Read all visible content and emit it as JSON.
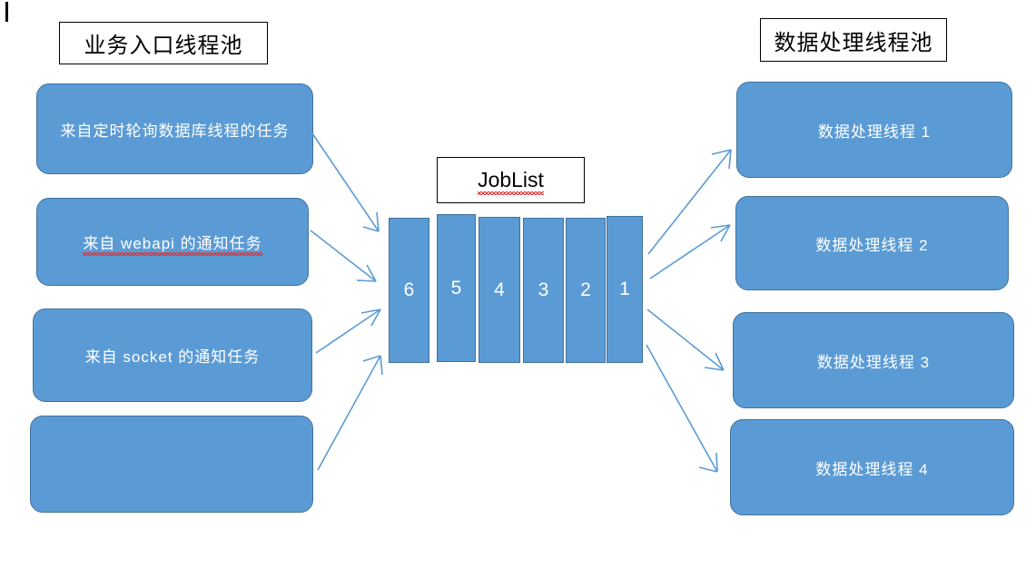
{
  "diagram": {
    "title_left": "业务入口线程池",
    "title_center": "JobList",
    "title_right": "数据处理线程池",
    "colors": {
      "box_fill": "#5b9bd5",
      "box_border": "#41719c",
      "arrow": "#5b9bd5",
      "title_border": "#000000",
      "title_text": "#000000",
      "box_text": "#ffffff",
      "spellcheck_underline": "#e03030",
      "background": "#ffffff"
    },
    "left_pool": {
      "label": "业务入口线程池",
      "boxes": [
        {
          "text": "来自定时轮询数据库线程的任务",
          "misspelled": false
        },
        {
          "text": "来自 webapi 的通知任务",
          "misspelled": true,
          "misspelled_word": "webapi"
        },
        {
          "text": "来自 socket 的通知任务",
          "misspelled": false
        },
        {
          "text": "",
          "misspelled": false
        }
      ]
    },
    "queue": {
      "label": "JobList",
      "label_misspelled": true,
      "items": [
        "6",
        "5",
        "4",
        "3",
        "2",
        "1"
      ]
    },
    "right_pool": {
      "label": "数据处理线程池",
      "boxes": [
        {
          "text": "数据处理线程 1"
        },
        {
          "text": "数据处理线程 2"
        },
        {
          "text": "数据处理线程 3"
        },
        {
          "text": "数据处理线程 4"
        }
      ]
    },
    "arrows": {
      "producer_count": 4,
      "consumer_count": 4,
      "direction_in": "left-boxes-to-queue",
      "direction_out": "queue-to-right-boxes"
    }
  }
}
